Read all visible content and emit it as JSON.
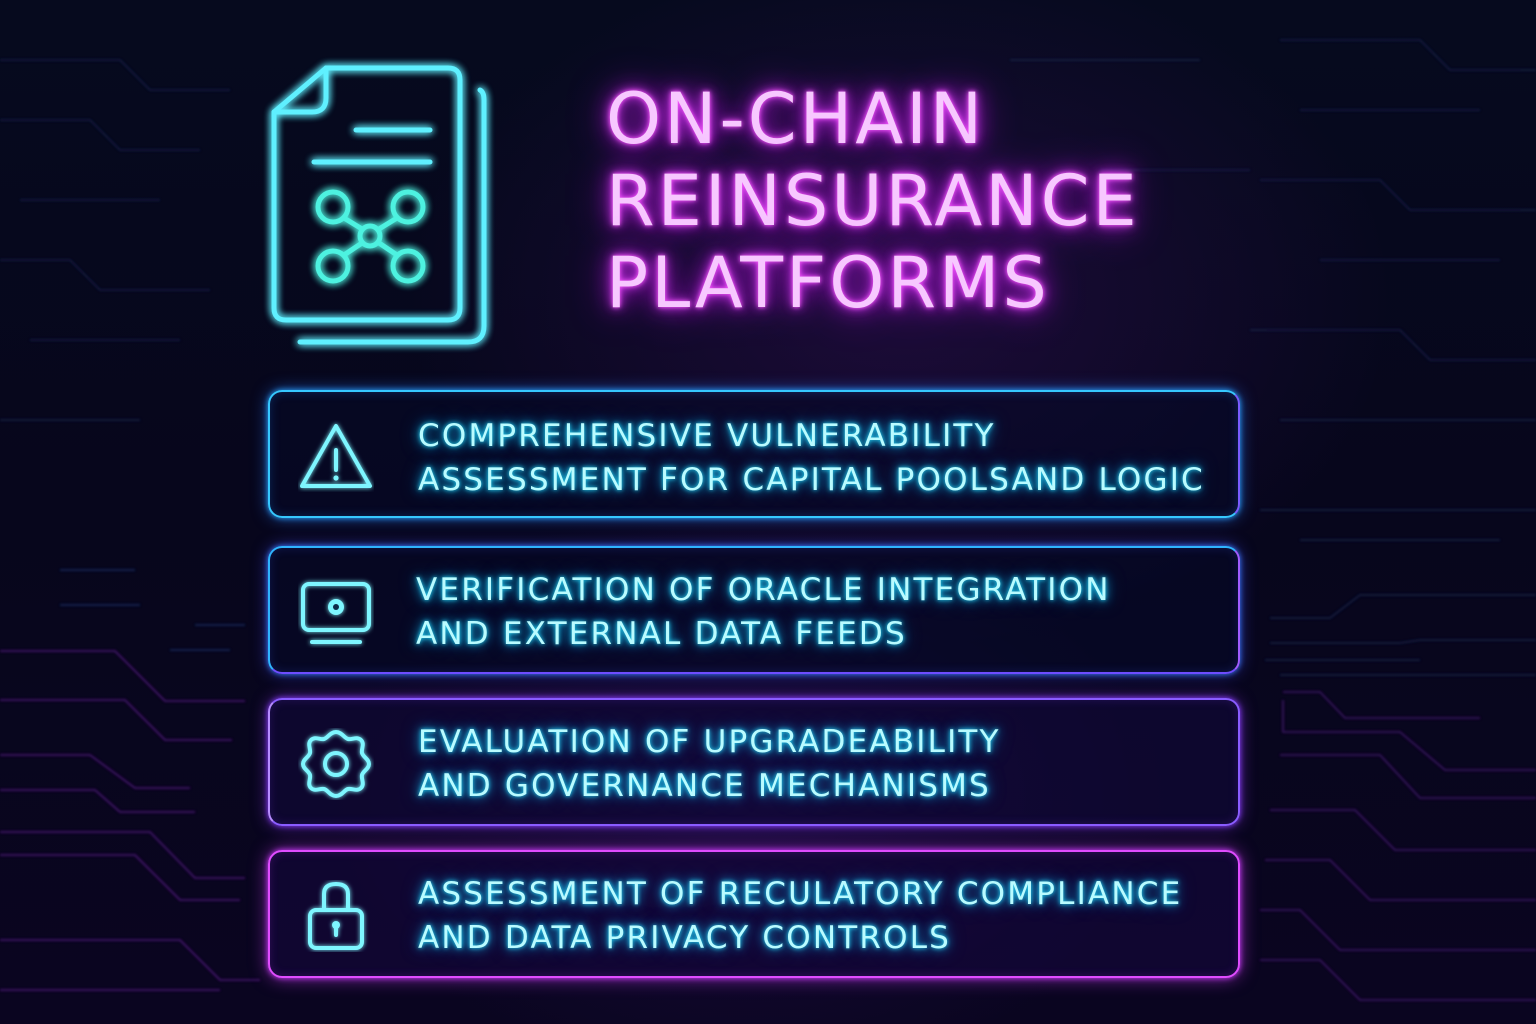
{
  "title": {
    "lines": [
      "ON-CHAIN",
      "REINSURANCE",
      "PLATFORMS"
    ]
  },
  "header_icon": "document-network-icon",
  "colors": {
    "background": "#05061a",
    "title_neon": "#e040ff",
    "text_neon": "#27e0ff",
    "card_border_top": "#36c8ff",
    "card_border_bottom": "#e04cff"
  },
  "cards": [
    {
      "icon": "warning-icon",
      "lines": [
        "COMPREHENSIVE VULNERABILITY",
        "ASSESSMENT FOR CAPITAL POOLSAND LOGIC"
      ]
    },
    {
      "icon": "monitor-icon",
      "lines": [
        "VERIFICATION OF ORACLE INTEGRATION",
        "AND EXTERNAL DATA FEEDS"
      ]
    },
    {
      "icon": "gear-icon",
      "lines": [
        "EVALUATION OF UPGRADEABILITY",
        "AND GOVERNANCE MECHANISMS"
      ]
    },
    {
      "icon": "lock-icon",
      "lines": [
        "ASSESSMENT OF RECULATORY COMPLIANCE",
        "AND DATA PRIVACY CONTROLS"
      ]
    }
  ]
}
